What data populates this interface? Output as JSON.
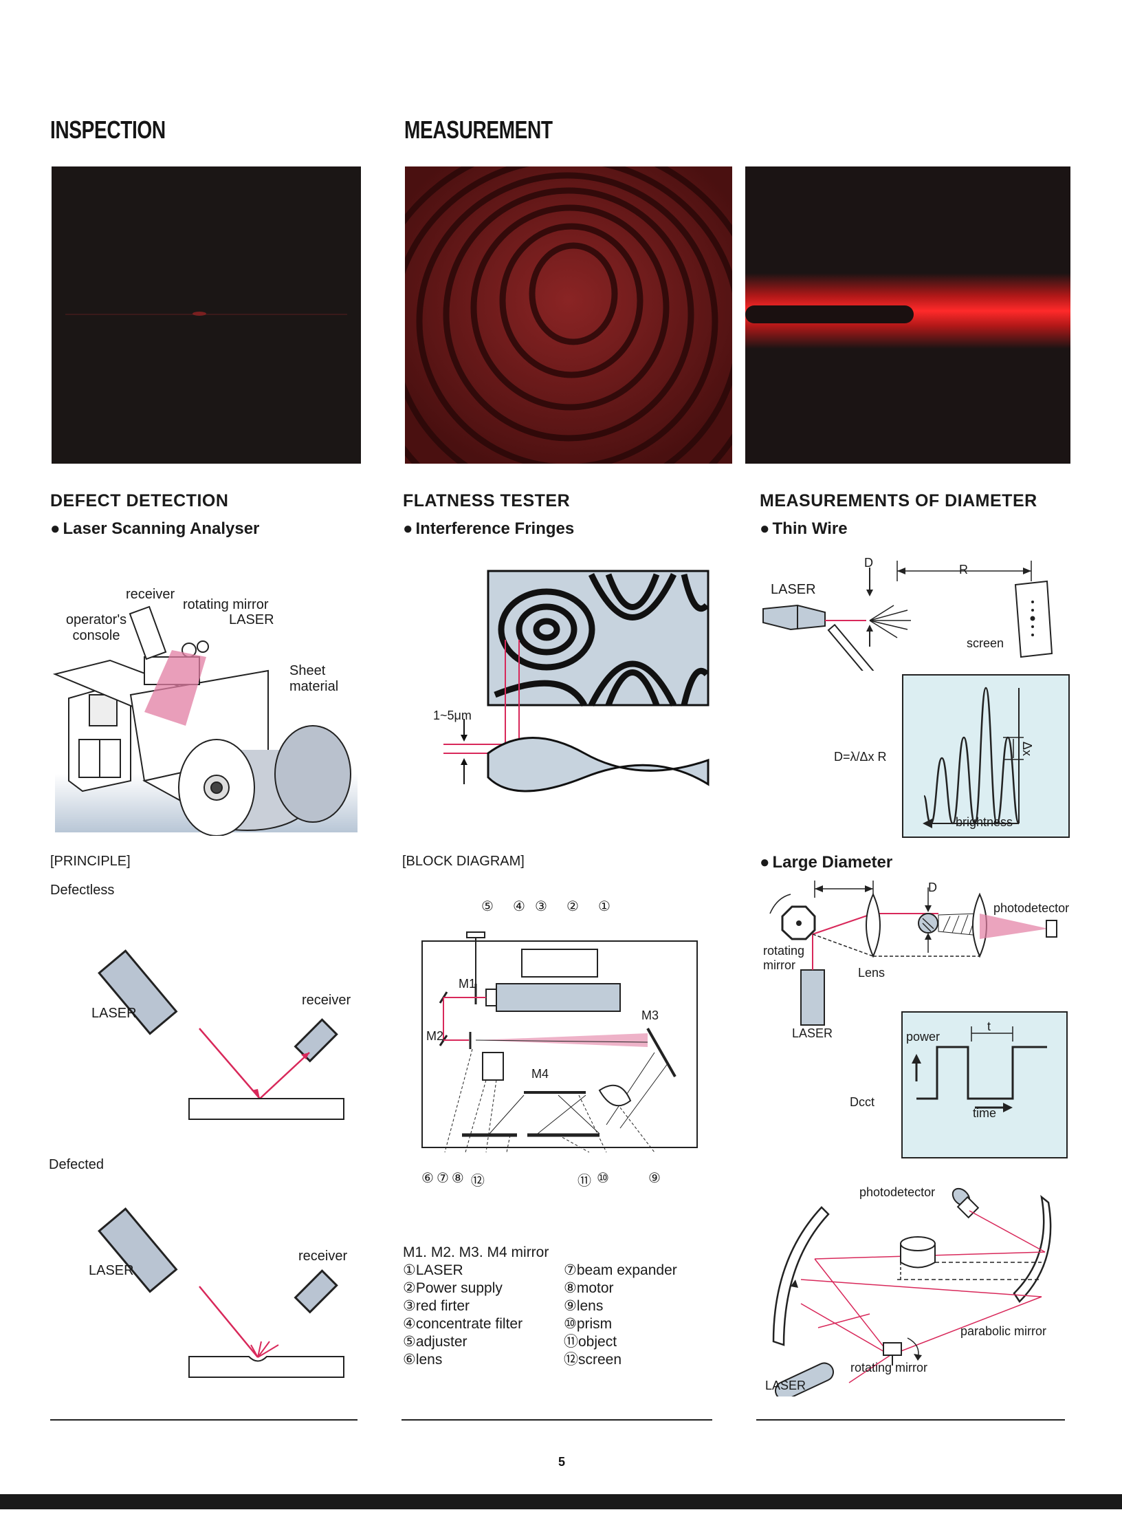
{
  "headings": {
    "inspection": "INSPECTION",
    "measurement": "MEASUREMENT"
  },
  "columns": {
    "col1": {
      "title": "DEFECT DETECTION",
      "subtitle": "Laser Scanning Analyser",
      "machine_labels": {
        "receiver": "receiver",
        "rotating_mirror": "rotating mirror",
        "laser": "LASER",
        "operators_console": "operator's\nconsole",
        "sheet_material": "Sheet\nmaterial"
      },
      "principle": "[PRINCIPLE]",
      "defectless": "Defectless",
      "defected": "Defected",
      "laser_label": "LASER",
      "receiver_label": "receiver"
    },
    "col2": {
      "title": "FLATNESS TESTER",
      "subtitle": "Interference Fringes",
      "gap_label": "1~5μm",
      "block_diagram": "[BLOCK DIAGRAM]",
      "top_numbers": [
        "⑤",
        "④",
        "③",
        "②",
        "①"
      ],
      "bottom_numbers_left": [
        "⑥",
        "⑦",
        "⑧",
        "⑫"
      ],
      "bottom_numbers_right": [
        "⑪",
        "⑩"
      ],
      "bottom_number_far": "⑨",
      "mirror_labels": {
        "m1": "M1",
        "m2": "M2",
        "m3": "M3",
        "m4": "M4"
      },
      "legend_heading": "M1. M2. M3. M4 mirror",
      "legend_left": [
        "①LASER",
        "②Power supply",
        "③red firter",
        "④concentrate filter",
        "⑤adjuster",
        "⑥lens"
      ],
      "legend_right": [
        "⑦beam expander",
        "⑧motor",
        "⑨lens",
        "⑩prism",
        "⑪object",
        "⑫screen"
      ]
    },
    "col3": {
      "title": "MEASUREMENTS OF DIAMETER",
      "subtitle_thin": "Thin Wire",
      "thin_labels": {
        "d": "D",
        "r": "R",
        "laser": "LASER",
        "screen": "screen",
        "formula": "D=λ/Δx R",
        "brightness": "brightness",
        "delta_x": "Δx"
      },
      "subtitle_large": "Large Diameter",
      "large_labels": {
        "d": "D",
        "photodetector": "photodetector",
        "rotating_mirror": "rotating\nmirror",
        "lens": "Lens",
        "laser": "LASER",
        "power": "power",
        "time": "time",
        "t": "t",
        "dct": "Dcct"
      },
      "parabolic_labels": {
        "photodetector": "photodetector",
        "parabolic_mirror": "parabolic mirror",
        "rotating_mirror": "rotating mirror",
        "laser": "LASER"
      }
    }
  },
  "page_number": "5",
  "colors": {
    "laser_red": "#d8285a",
    "photo_bg": "#1a1414",
    "fringe_red": "#a31c1c",
    "light_panel": "#dceef2"
  }
}
